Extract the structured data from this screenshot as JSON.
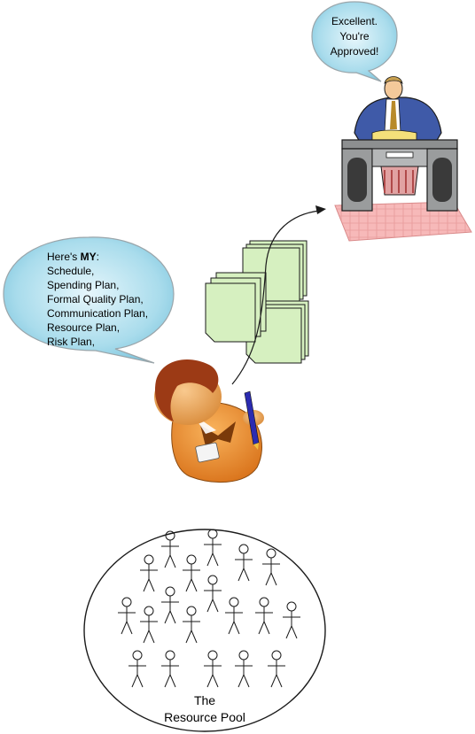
{
  "manager_bubble": {
    "lines": [
      "Excellent.",
      "You're",
      "Approved!"
    ]
  },
  "pm_bubble": {
    "intro": "Here's ",
    "intro_bold": "MY",
    "intro_end": ":",
    "items": [
      "Schedule,",
      "Spending Plan,",
      "Formal Quality Plan,",
      "Communication Plan,",
      "Resource Plan,",
      "Risk Plan,"
    ]
  },
  "resource_pool": {
    "label_line1": "The",
    "label_line2": "Resource Pool"
  },
  "colors": {
    "bubble_fill": "#9fd6e8",
    "bubble_stroke": "#9aa5aa",
    "doc_fill": "#d6f0c0",
    "rug_fill": "#f5b3b3",
    "skin": "#f2b46b",
    "hair": "#9c3a15",
    "shirt": "#f3922b"
  }
}
